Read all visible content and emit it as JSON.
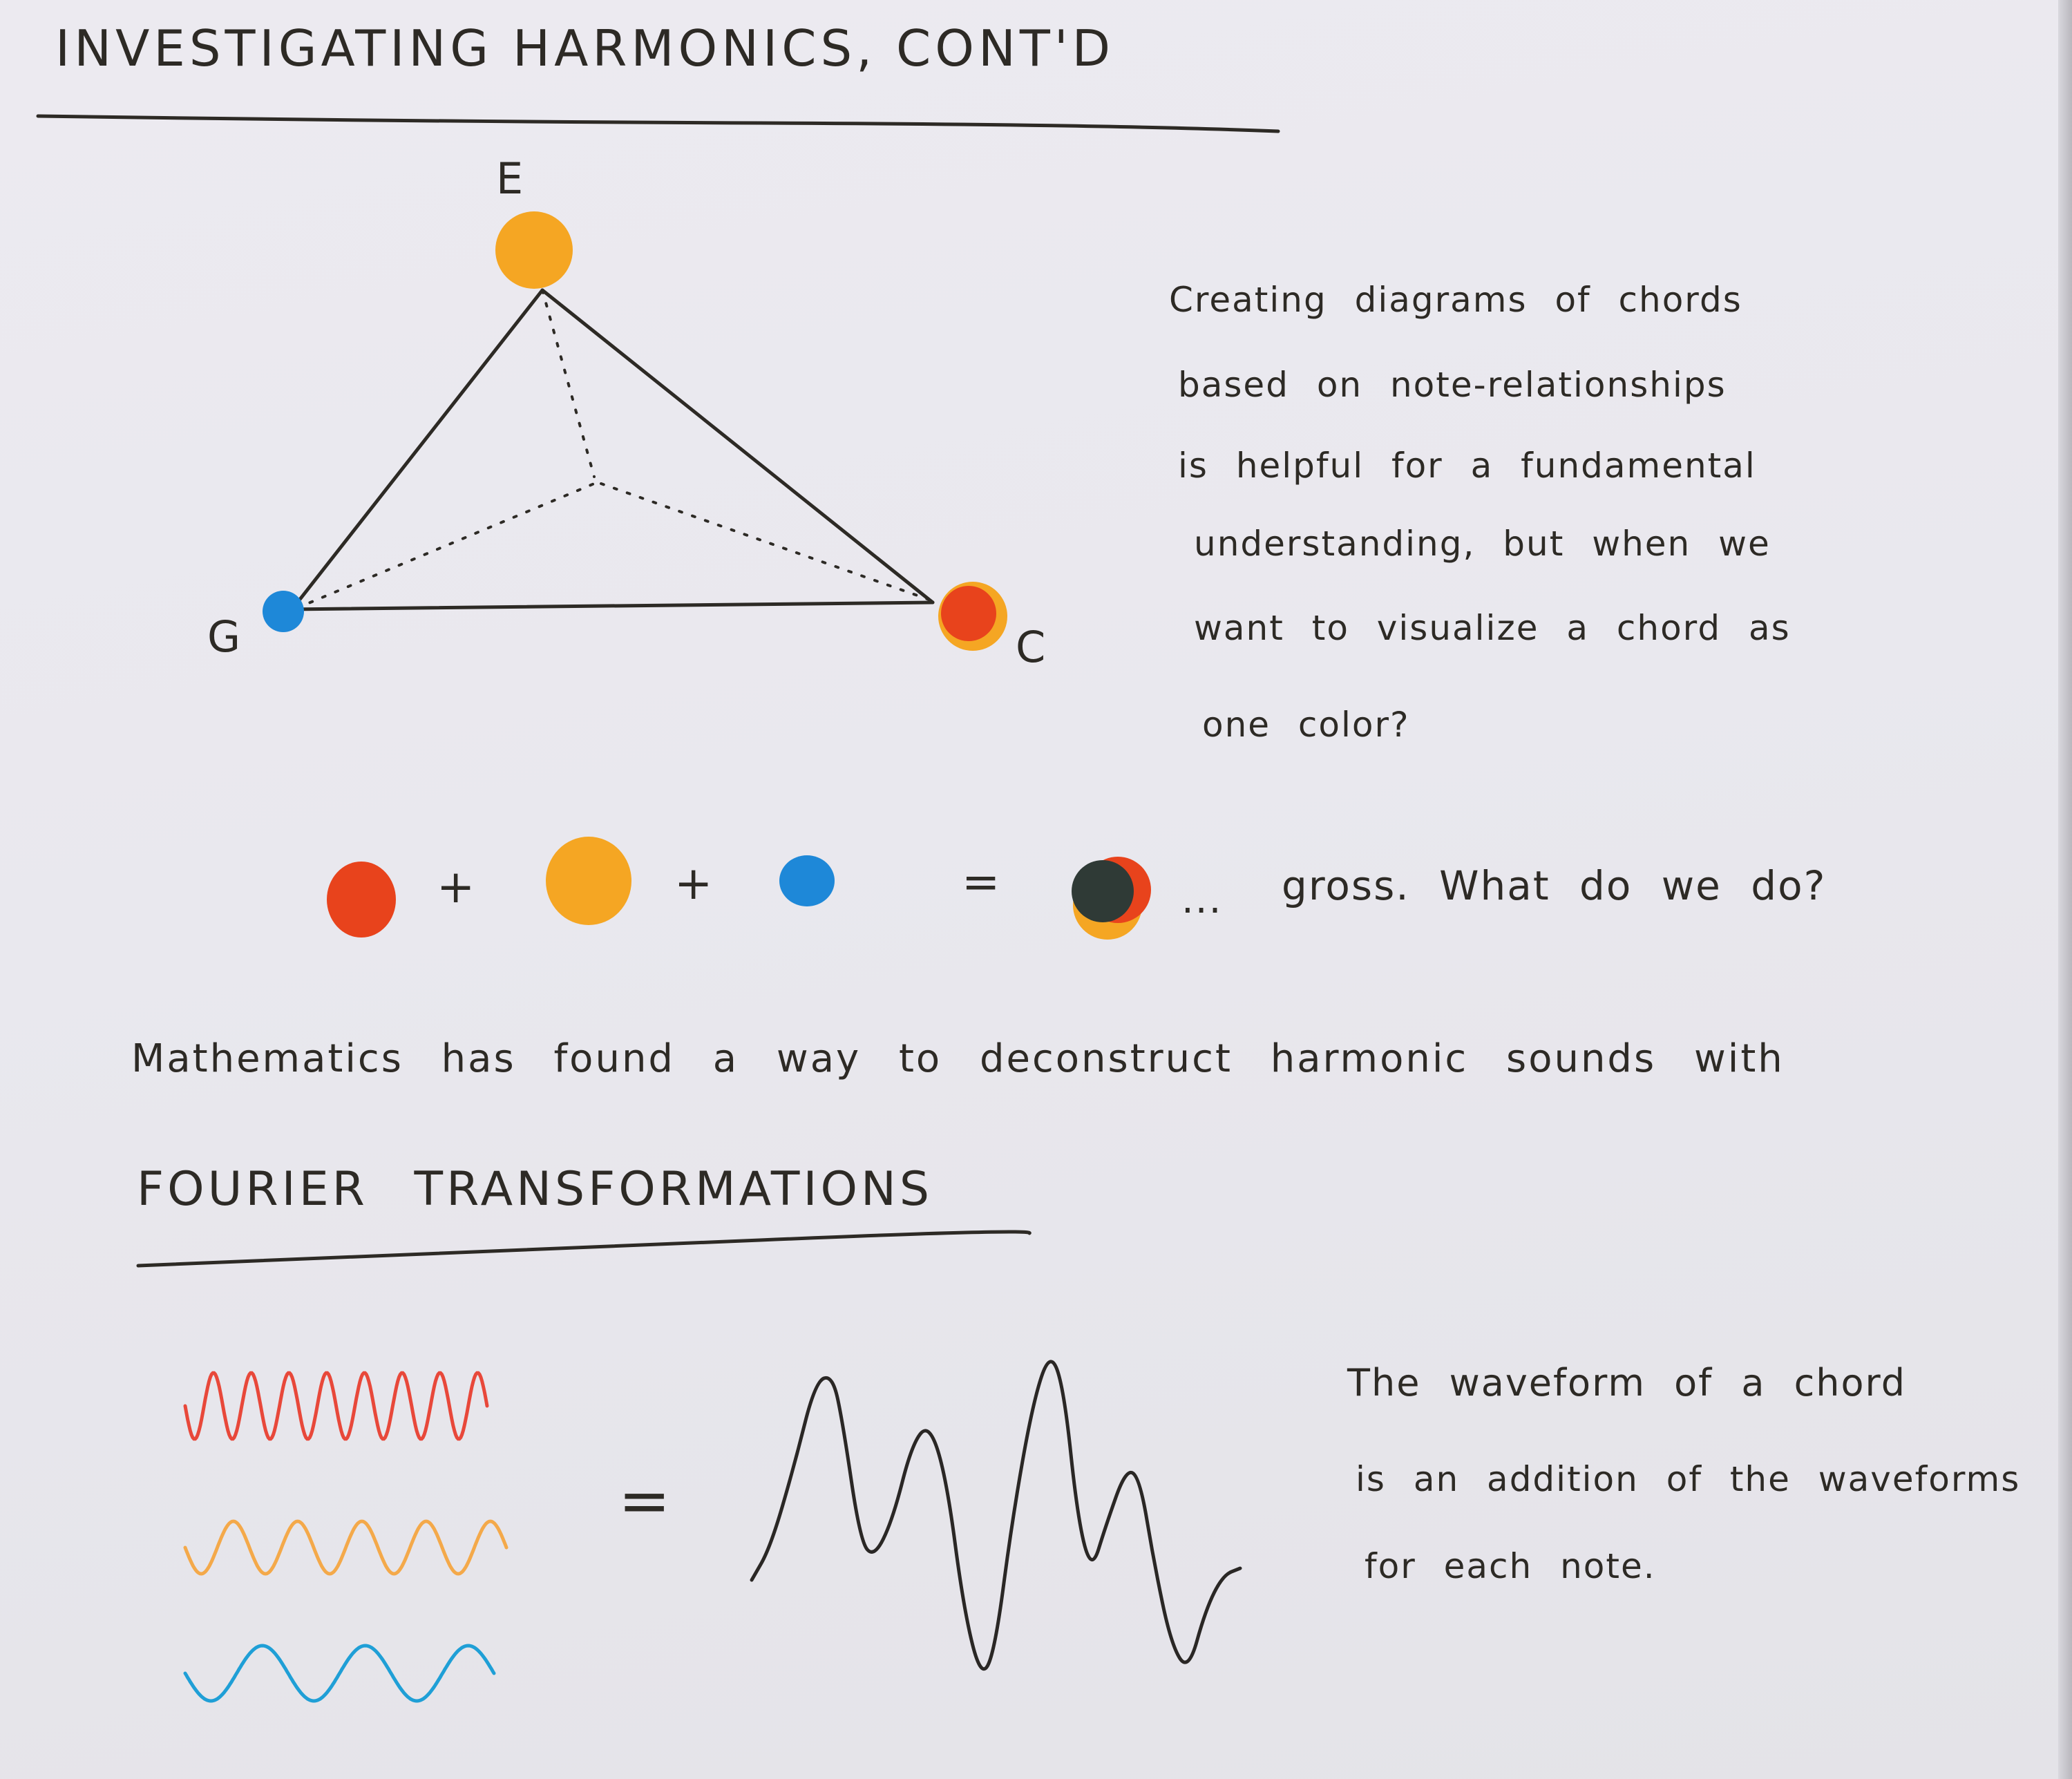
{
  "title": "INVESTIGATING HARMONICS, CONT'D",
  "triangle": {
    "labels": {
      "top": "E",
      "left": "G",
      "right": "C"
    },
    "colors": {
      "E": "#f5a623",
      "G": "#1e88d8",
      "C": "#e8431c"
    }
  },
  "paragraph1": [
    "Creating diagrams of chords",
    "based on note-relationships",
    "is helpful for a fundamental",
    "understanding, but when we",
    "want to visualize a chord as",
    "one color?"
  ],
  "equation": {
    "plus": "+",
    "equals": "=",
    "ellipsis": "...",
    "comment": "gross. What do we do?",
    "colors": [
      "#e8431c",
      "#f5a623",
      "#1e88d8"
    ],
    "mixed_color": "#2f3a36"
  },
  "math_line": "Mathematics has found a way to deconstruct harmonic sounds with",
  "fourier_heading": "FOURIER TRANSFORMATIONS",
  "waves": {
    "equals": "=",
    "colors": [
      "#e8483a",
      "#f4a94a",
      "#1f9fd6"
    ],
    "sum_color": "#2a2725"
  },
  "paragraph2": [
    "The waveform of a chord",
    "is an addition of the waveforms",
    "for each note."
  ]
}
